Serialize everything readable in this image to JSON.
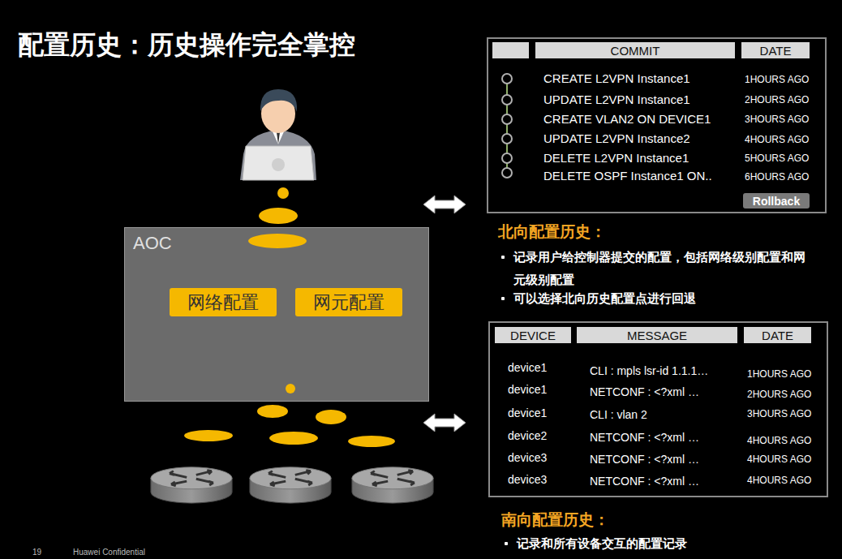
{
  "diagram": {
    "title": "配置历史：历史操作完全掌控",
    "nodes": [
      {
        "text": [
          "AOC"
        ]
      },
      {
        "text": [
          "网络配置"
        ],
        "in": 0
      },
      {
        "text": [
          "网元配置"
        ],
        "in": 0
      },
      {
        "text": [
          "COMMIT"
        ]
      },
      {
        "text": [
          "DATE"
        ]
      },
      {
        "text": [
          "Rollback"
        ]
      },
      {
        "text": [
          "DEVICE"
        ]
      },
      {
        "text": [
          "MESSAGE"
        ]
      },
      {
        "text": [
          "DATE"
        ]
      }
    ],
    "labels": [
      "CREATE L2VPN Instance1",
      "1HOURS AGO",
      "UPDATE L2VPN Instance1",
      "2HOURS AGO",
      "CREATE  VLAN2 ON DEVICE1",
      "3HOURS AGO",
      "UPDATE L2VPN Instance2",
      "4HOURS AGO",
      "DELETE L2VPN Instance1",
      "5HOURS AGO",
      "DELETE OSPF Instance1 ON..",
      "6HOURS AGO",
      "北向配置历史：",
      "记录用户给控制器提交的配置，包括网络级别配置和网元级别配置",
      "可以选择北向历史配置点进行回退",
      "device1",
      "CLI : mpls lsr-id 1.1.1…",
      "1HOURS AGO",
      "device1",
      "NETCONF : <?xml …",
      "2HOURS AGO",
      "device1",
      "CLI : vlan 2",
      "3HOURS AGO",
      "device2",
      "NETCONF : <?xml …",
      "4HOURS AGO",
      "device3",
      "NETCONF : <?xml …",
      "4HOURS AGO",
      "device3",
      "NETCONF : <?xml …",
      "4HOURS AGO",
      "南向配置历史：",
      "记录和所有设备交互的配置记录",
      "19",
      "Huawei Confidential"
    ]
  }
}
